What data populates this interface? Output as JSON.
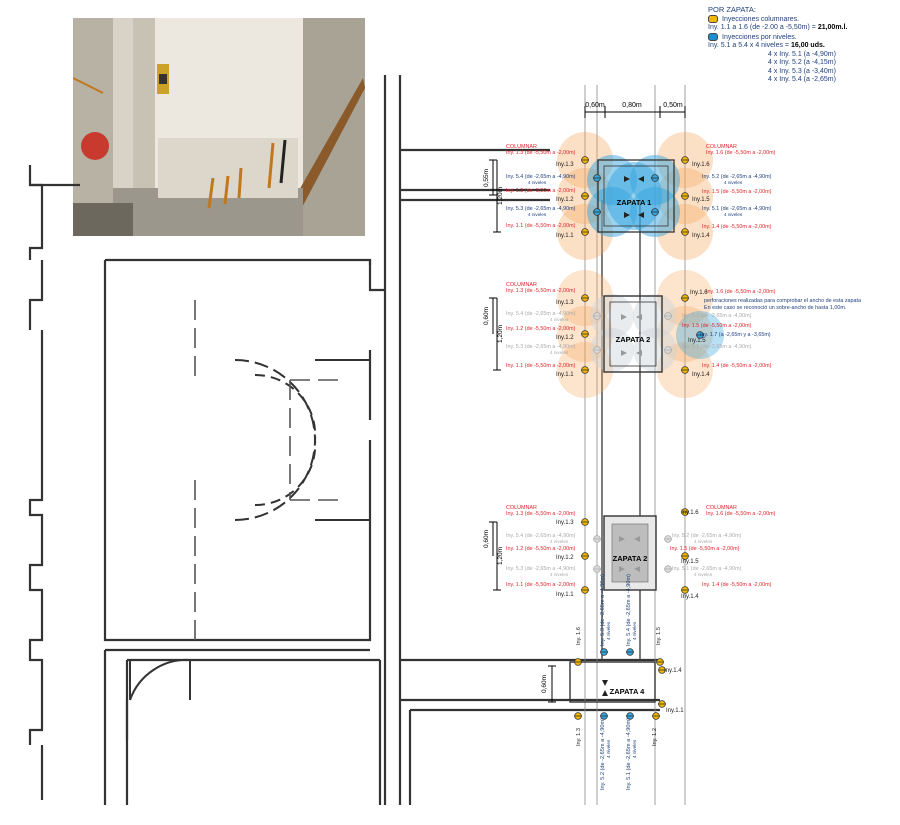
{
  "legend": {
    "title": "POR ZAPATA:",
    "columnar_label": "Inyecciones columnares.",
    "columnar_detail": "Iny. 1.1 a 1.6 (de -2.00 a -5,50m) =",
    "columnar_total": "21,00m.l.",
    "levels_label": "Inyecciones por niveles.",
    "levels_detail": "Iny. 5.1 a 5.4 x 4 niveles =",
    "levels_total": "16,00 uds.",
    "levels_items": [
      "4 x Iny. 5.1 (a -4,90m)",
      "4 x Iny. 5.2 (a -4,15m)",
      "4 x Iny. 5.3 (a -3,40m)",
      "4 x Iny. 5.4 (a -2,65m)"
    ]
  },
  "dims_top": [
    "0,60m",
    "0,80m",
    "0,50m"
  ],
  "dims_left": [
    "0,55m",
    "1,20m",
    "0,60m",
    "1,20m",
    "0,60m",
    "1,20m",
    "0,60m"
  ],
  "zapatas": [
    "ZAPATA 1",
    "ZAPATA 2",
    "ZAPATA 2",
    "ZAPATA 4"
  ],
  "columnar_tag": "COLUMNAR",
  "levels_tag": "4 niveles",
  "left_labels": {
    "iny13": "Iny. 1.3 (de -5,50m a -2,00m)",
    "iny54": "Iny. 5.4 (de -2,65m a -4,90m)",
    "iny12": "Iny. 1.2 (de -5,50m a -2,00m)",
    "iny53": "Iny. 5.3 (de -2,65m a -4,90m)",
    "iny11": "Iny. 1.1 (de -5,50m a -2,00m)"
  },
  "right_labels": {
    "iny16": "Iny. 1.6 (de -5,50m a -2,00m)",
    "iny52": "Iny. 5.2 (de -2,65m a -4,90m)",
    "iny15": "Iny. 1.5 (de -5,50m a -2,00m)",
    "iny51": "Iny. 5.1 (de -2,65m a -4,90m)",
    "iny14": "Iny. 1.4 (de -5,50m a -2,00m)"
  },
  "short_labels": {
    "i11": "Iny.1.1",
    "i12": "Iny.1.2",
    "i13": "Iny.1.3",
    "i14": "Iny.1.4",
    "i15": "Iny.1.5",
    "i16": "Iny.1.6"
  },
  "zapata2_extra": {
    "note1": "perforaciones realizadas para comprobar el ancho de esta zapata",
    "note2": "En este caso se reconoció un sobre-ancho de hasta 1,00m.",
    "iny17": "Iny. 1.7 (a -2,65m y a -3,65m)",
    "iny15b": "Iny. 1.5 (de -5,50m a -2,00m)",
    "iny51b": "Iny. 5.1 (de -2,65m a -4,90m)"
  },
  "z4_labels": {
    "v53": "Iny. 5.3 (de -2,65m a -4,90m)",
    "v54": "Iny. 5.4 (de -2,65m a -4,90m)",
    "v52": "Iny. 5.2 (de -2,65m a -4,90m)",
    "v51": "Iny. 5.1 (de -2,65m a -4,90m)",
    "i16": "Iny. 1.6",
    "i15": "Iny. 1.5",
    "i14": "Iny.1.4",
    "i11": "Iny.1.1",
    "i13": "Iny. 1.3",
    "i12": "Iny. 1.2"
  },
  "colors": {
    "orange_zone": "#f5a65b",
    "blue_zone": "#35a6e0",
    "red_text": "#d8262a",
    "blue_text": "#1f3f7a",
    "marker_yellow": "#f2b705"
  }
}
